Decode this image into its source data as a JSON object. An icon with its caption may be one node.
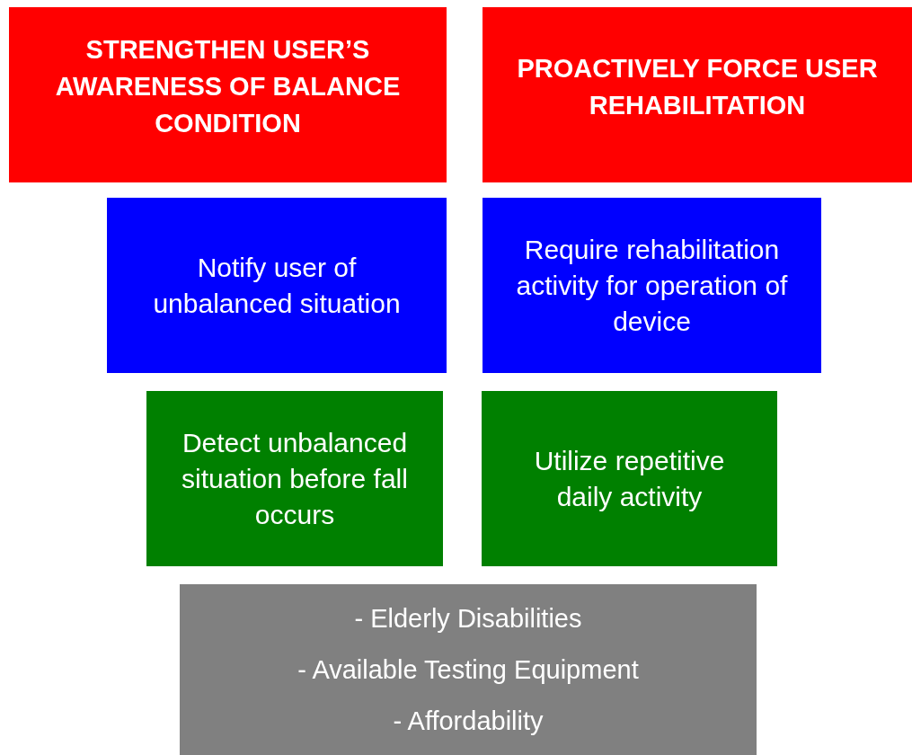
{
  "diagram": {
    "nodes": [
      {
        "text": [
          "STRENGTHEN USER’S AWARENESS OF BALANCE CONDITION"
        ]
      },
      {
        "text": [
          "PROACTIVELY FORCE USER REHABILITATION"
        ]
      },
      {
        "text": [
          "Notify user of unbalanced situation"
        ]
      },
      {
        "text": [
          "Require rehabilitation activity for operation of device"
        ]
      },
      {
        "text": [
          "Detect unbalanced situation before fall occurs"
        ]
      },
      {
        "text": [
          "Utilize repetitive daily activity"
        ]
      },
      {
        "text": [
          "- Elderly Disabilities",
          "- Available Testing Equipment",
          "- Affordability"
        ]
      }
    ]
  }
}
